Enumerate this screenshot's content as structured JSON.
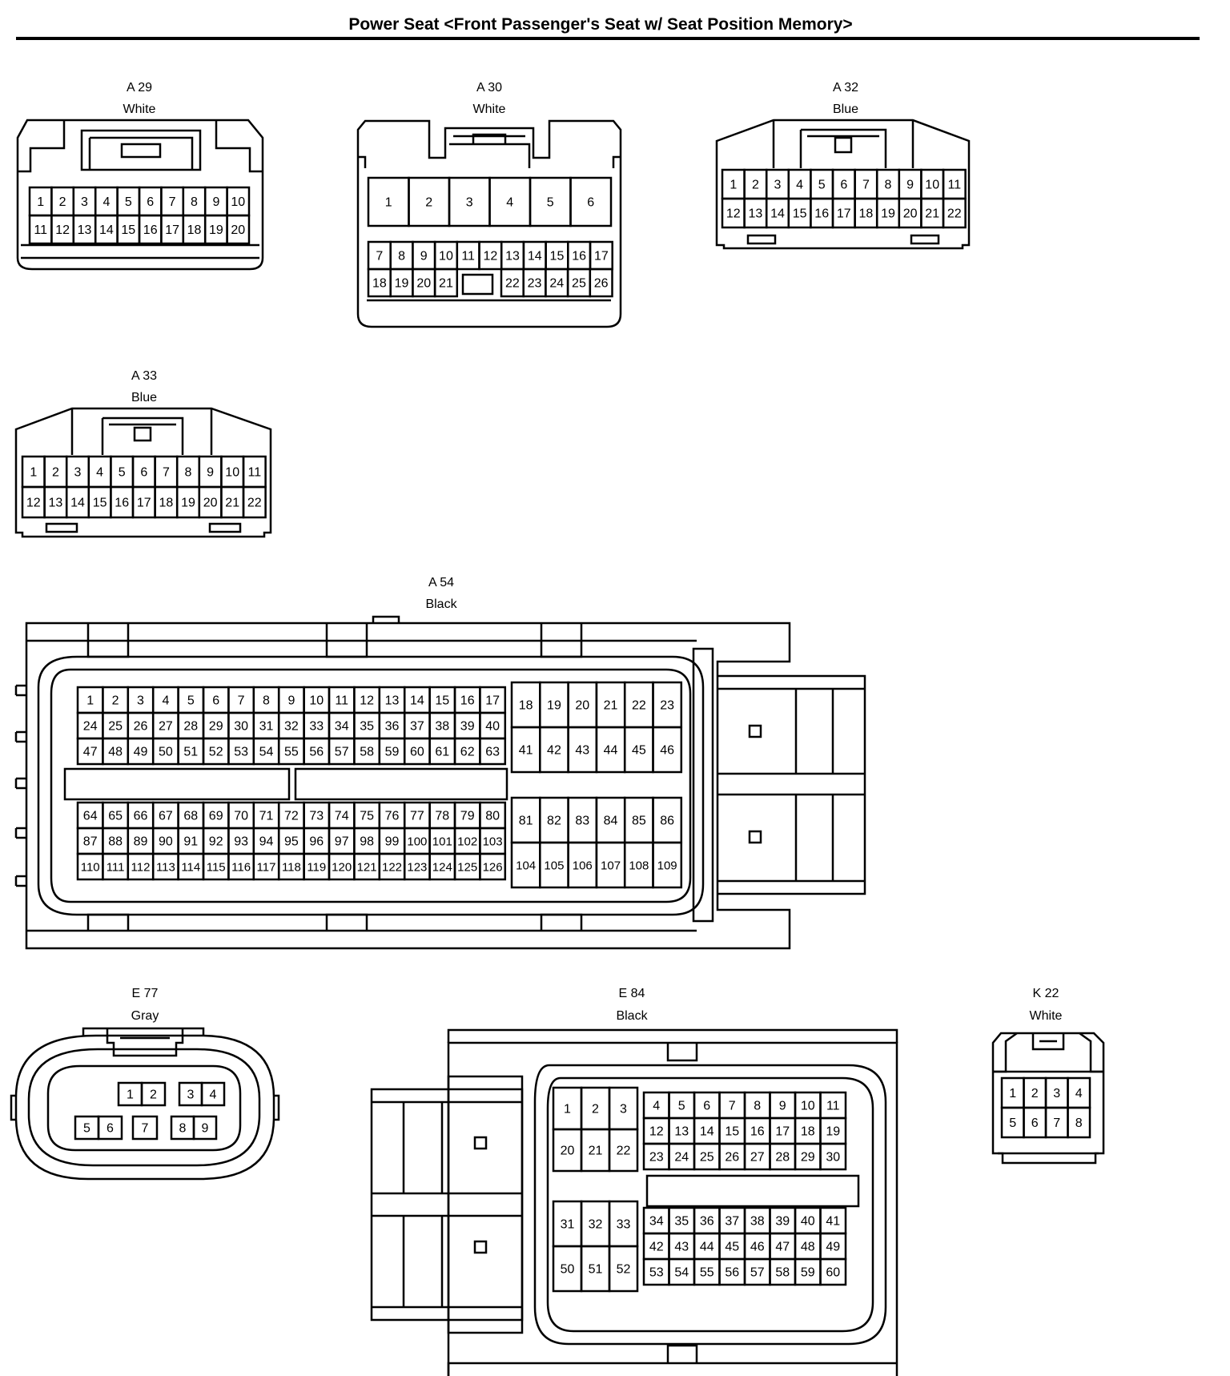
{
  "title": "Power Seat <Front Passenger's Seat w/ Seat Position Memory>",
  "connectors": [
    {
      "id": "A 29",
      "color": "White"
    },
    {
      "id": "A 30",
      "color": "White"
    },
    {
      "id": "A 32",
      "color": "Blue"
    },
    {
      "id": "A 33",
      "color": "Blue"
    },
    {
      "id": "A 54",
      "color": "Black"
    },
    {
      "id": "E 77",
      "color": "Gray"
    },
    {
      "id": "E 84",
      "color": "Black"
    },
    {
      "id": "K 22",
      "color": "White"
    }
  ]
}
